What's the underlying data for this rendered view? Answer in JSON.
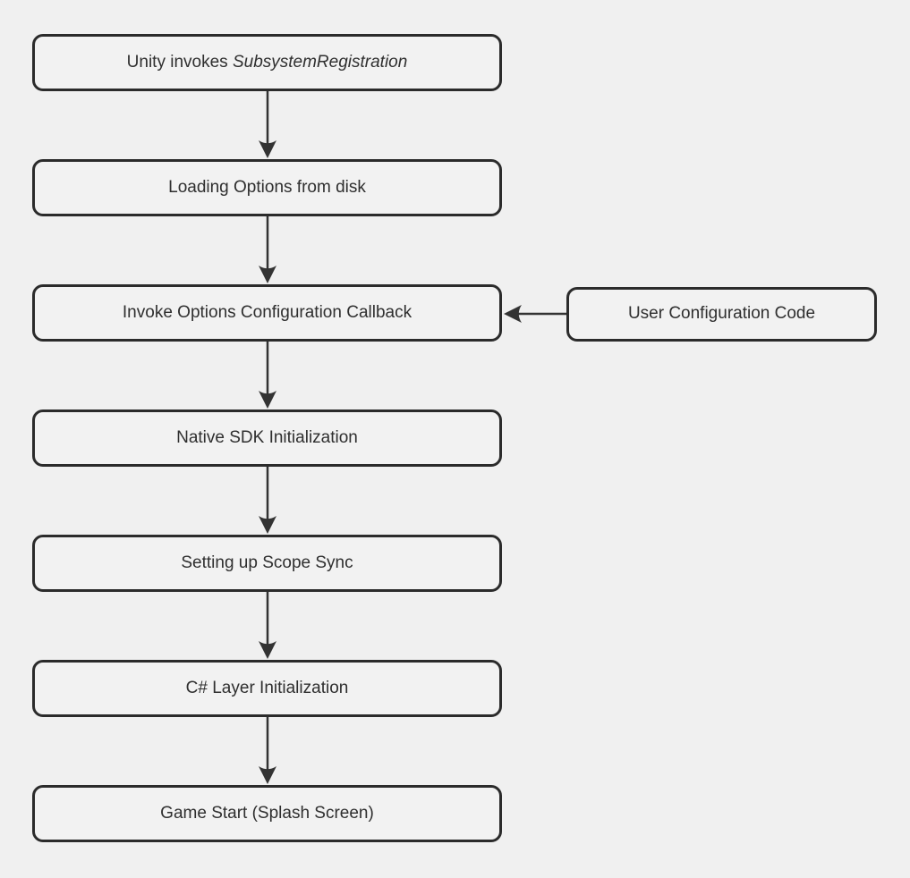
{
  "colors": {
    "bg": "#f0f0f0",
    "node_fill": "#f2f2f2",
    "node_border": "#2b2b2b",
    "arrow": "#333333",
    "text": "#2f2f2f"
  },
  "diagram": {
    "type": "flowchart",
    "direction": "top-down",
    "nodes": [
      {
        "label_prefix": "Unity invokes ",
        "label_italic": "SubsystemRegistration"
      },
      {
        "label": "Loading Options from disk"
      },
      {
        "label": "Invoke Options Configuration Callback"
      },
      {
        "label": "User Configuration Code"
      },
      {
        "label": "Native SDK Initialization"
      },
      {
        "label": "Setting up Scope Sync"
      },
      {
        "label": "C# Layer Initialization"
      },
      {
        "label": "Game Start (Splash Screen)"
      }
    ],
    "edges": [
      {
        "from": "Unity invokes SubsystemRegistration",
        "to": "Loading Options from disk"
      },
      {
        "from": "Loading Options from disk",
        "to": "Invoke Options Configuration Callback"
      },
      {
        "from": "User Configuration Code",
        "to": "Invoke Options Configuration Callback"
      },
      {
        "from": "Invoke Options Configuration Callback",
        "to": "Native SDK Initialization"
      },
      {
        "from": "Native SDK Initialization",
        "to": "Setting up Scope Sync"
      },
      {
        "from": "Setting up Scope Sync",
        "to": "C# Layer Initialization"
      },
      {
        "from": "C# Layer Initialization",
        "to": "Game Start (Splash Screen)"
      }
    ]
  }
}
